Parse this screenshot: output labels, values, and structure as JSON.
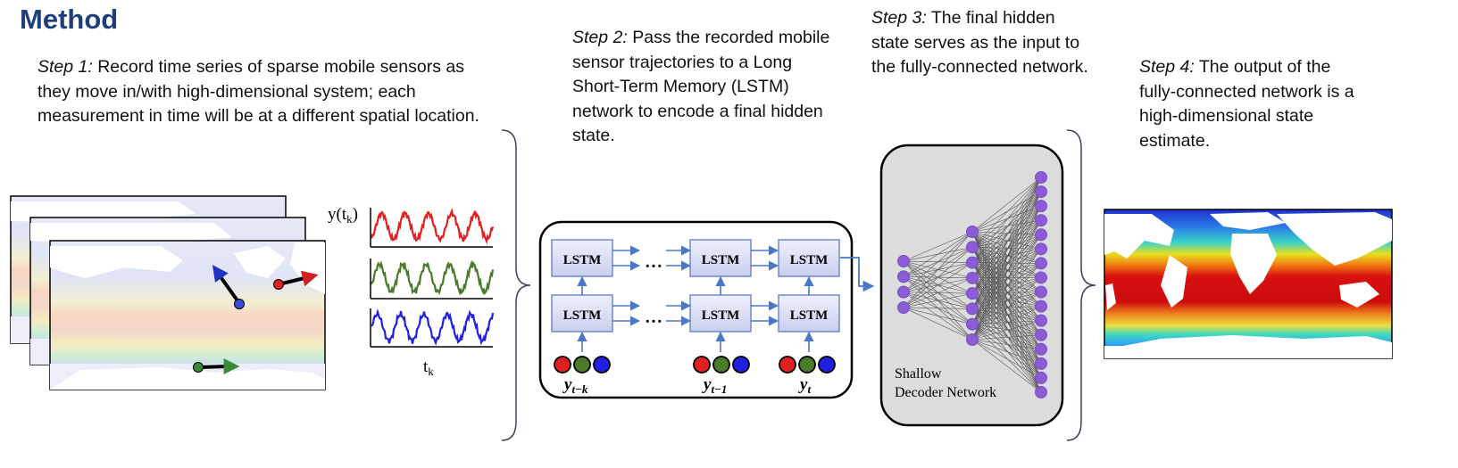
{
  "header": {
    "title": "Method"
  },
  "steps": [
    {
      "label": "Step 1:",
      "text": "Record time series of sparse mobile sensors as they move in/with high-dimensional system; each measurement in time will be at a different spatial location."
    },
    {
      "label": "Step 2:",
      "text": "Pass the recorded mobile sensor trajectories to a Long Short-Term Memory (LSTM) network to encode a final hidden state."
    },
    {
      "label": "Step 3:",
      "text": "The final hidden state serves as the input to the fully-connected network."
    },
    {
      "label": "Step 4:",
      "text": "The output of the fully-connected network is a high-dimensional state estimate."
    }
  ],
  "signals": {
    "ylabel": "y(t",
    "ylabel_sub": "k",
    "ylabel_close": ")",
    "xlabel": "t",
    "xlabel_sub": "k",
    "colors": [
      "#e02020",
      "#4a7a2a",
      "#2020e0"
    ]
  },
  "lstm": {
    "cell_label": "LSTM",
    "ellipsis": "…",
    "inputs": [
      {
        "main": "y",
        "sub": "t−k"
      },
      {
        "main": "y",
        "sub": "t−1"
      },
      {
        "main": "y",
        "sub": "t"
      }
    ]
  },
  "decoder": {
    "label_line1": "Shallow",
    "label_line2": "Decoder Network",
    "node_color": "#8a5cd6",
    "layers": [
      4,
      8,
      16
    ]
  }
}
